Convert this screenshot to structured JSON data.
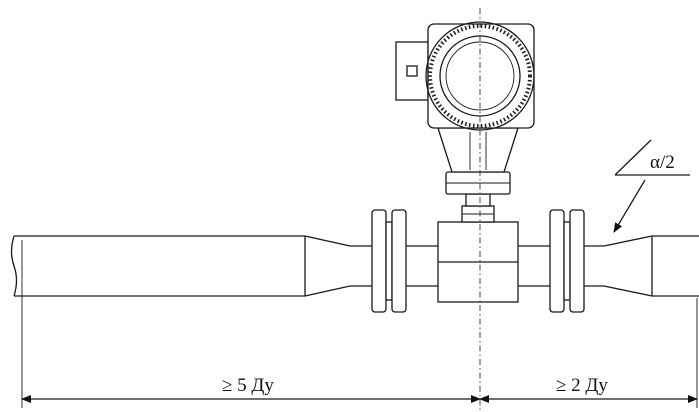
{
  "dimensions": {
    "upstream_label": "≥ 5 Ду",
    "downstream_label": "≥ 2 Ду"
  },
  "angle": {
    "label": "α/2"
  }
}
